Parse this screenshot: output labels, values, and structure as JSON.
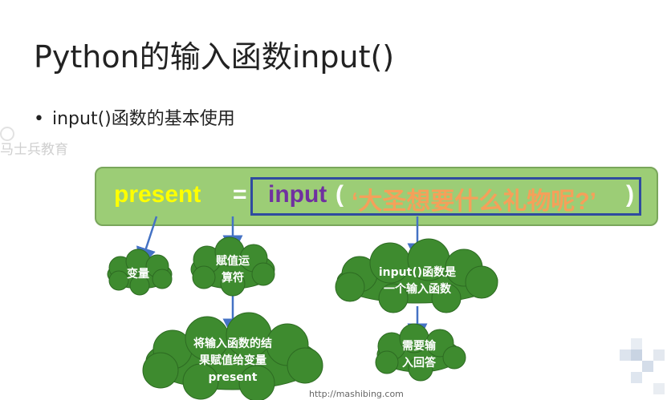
{
  "slide": {
    "title": "Python的输入函数input()",
    "bullet": "input()函数的基本使用"
  },
  "watermark": "马士兵教育",
  "code": {
    "var": "present",
    "eq": "=",
    "func": "input",
    "open": "(",
    "str": "‘大圣想要什么礼物呢?’",
    "close": ")"
  },
  "clouds": {
    "variable": "变量",
    "assign_1": "赋值运",
    "assign_2": "算符",
    "result_1": "将输入函数的结",
    "result_2": "果赋值给变量",
    "result_3": "present",
    "inputfn_1": "input()函数是",
    "inputfn_2": "一个输入函数",
    "need_1": "需要输",
    "need_2": "入回答"
  },
  "footer": {
    "url": "http://mashibing.com"
  },
  "colors": {
    "code_bg": "#9ccd76",
    "var_color": "#ffff00",
    "func_color": "#7030a0",
    "str_color": "#f5a05a",
    "highlight_border": "#2f4ba0",
    "cloud_fill": "#3e8b2f",
    "arrow": "#4472c4"
  }
}
